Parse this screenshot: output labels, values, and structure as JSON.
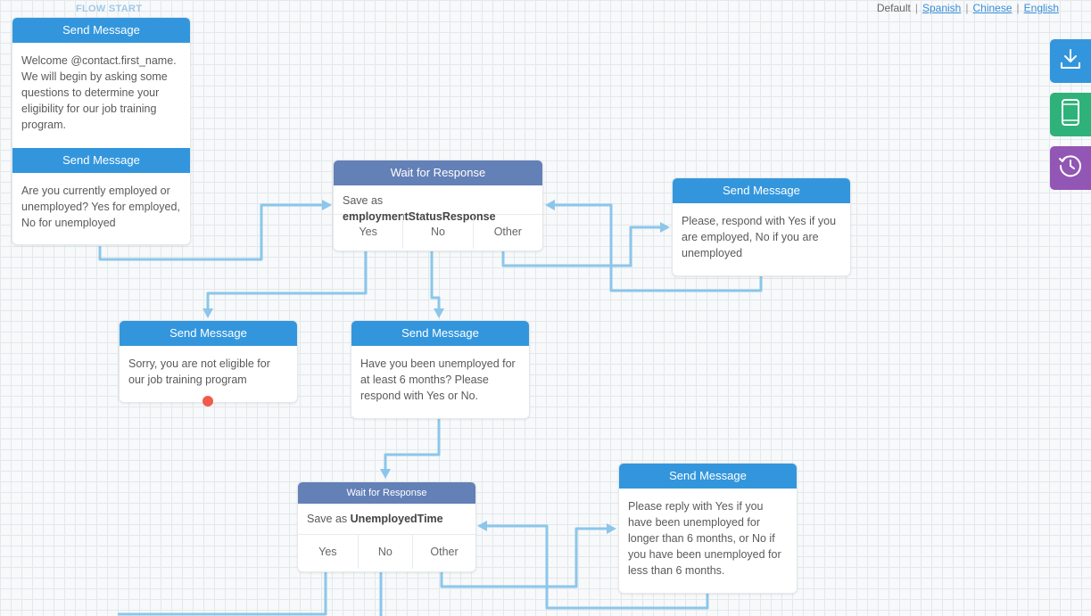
{
  "flow_start_label": "FLOW START",
  "languages": {
    "current": "Default",
    "links": [
      "Spanish",
      "Chinese",
      "English"
    ]
  },
  "nodes": {
    "welcome_msg": {
      "header": "Send Message",
      "text": "Welcome @contact.first_name. We will begin by asking some questions to determine your eligibility for our job training program."
    },
    "employed_msg": {
      "header": "Send Message",
      "text": "Are you currently employed or unemployed? Yes for employed, No for unemployed"
    },
    "wait1": {
      "header": "Wait for Response",
      "save_prefix": "Save as",
      "save_var": "employmentStatusResponse",
      "exits": [
        "Yes",
        "No",
        "Other"
      ]
    },
    "respond_msg": {
      "header": "Send Message",
      "text": "Please, respond with Yes if you are employed, No if you are unemployed"
    },
    "not_eligible_msg": {
      "header": "Send Message",
      "text": "Sorry, you are not eligible for our job training program"
    },
    "unemployed_msg": {
      "header": "Send Message",
      "text": "Have you been unemployed for at least 6 months? Please respond with Yes or No."
    },
    "wait2": {
      "header": "Wait for Response",
      "save_prefix": "Save as",
      "save_var": "UnemployedTime",
      "exits": [
        "Yes",
        "No",
        "Other"
      ]
    },
    "reply_msg": {
      "header": "Send Message",
      "text": "Please reply with Yes if you have been unemployed for longer than 6 months, or No if you have been unemployed for less than 6 months."
    }
  },
  "sidebar": {
    "buttons": [
      {
        "icon": "download-icon",
        "color": "#3396dd"
      },
      {
        "icon": "phone-simulator-icon",
        "color": "#2fb27a"
      },
      {
        "icon": "revision-history-icon",
        "color": "#9256b5"
      }
    ]
  },
  "colors": {
    "send_message_header": "#3396dd",
    "wait_header": "#6380b7",
    "wire": "#8cc6ea",
    "terminal_dot": "#f05b4c"
  }
}
